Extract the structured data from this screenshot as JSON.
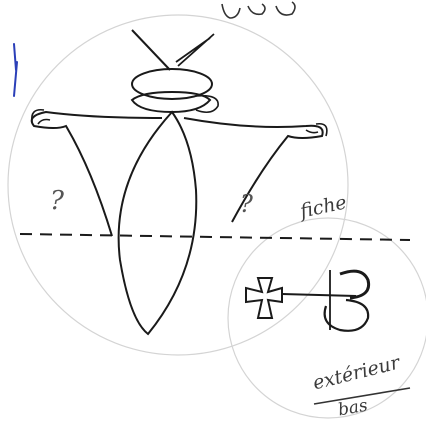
{
  "notes": {
    "fiche": "fiche",
    "exterieur": "extérieur",
    "bas": "bas",
    "question_left": "?",
    "question_right": "?"
  },
  "colors": {
    "ink": "#1a1a1a",
    "faint": "#cfcfcf",
    "pen_blue": "#2b3fb8"
  }
}
